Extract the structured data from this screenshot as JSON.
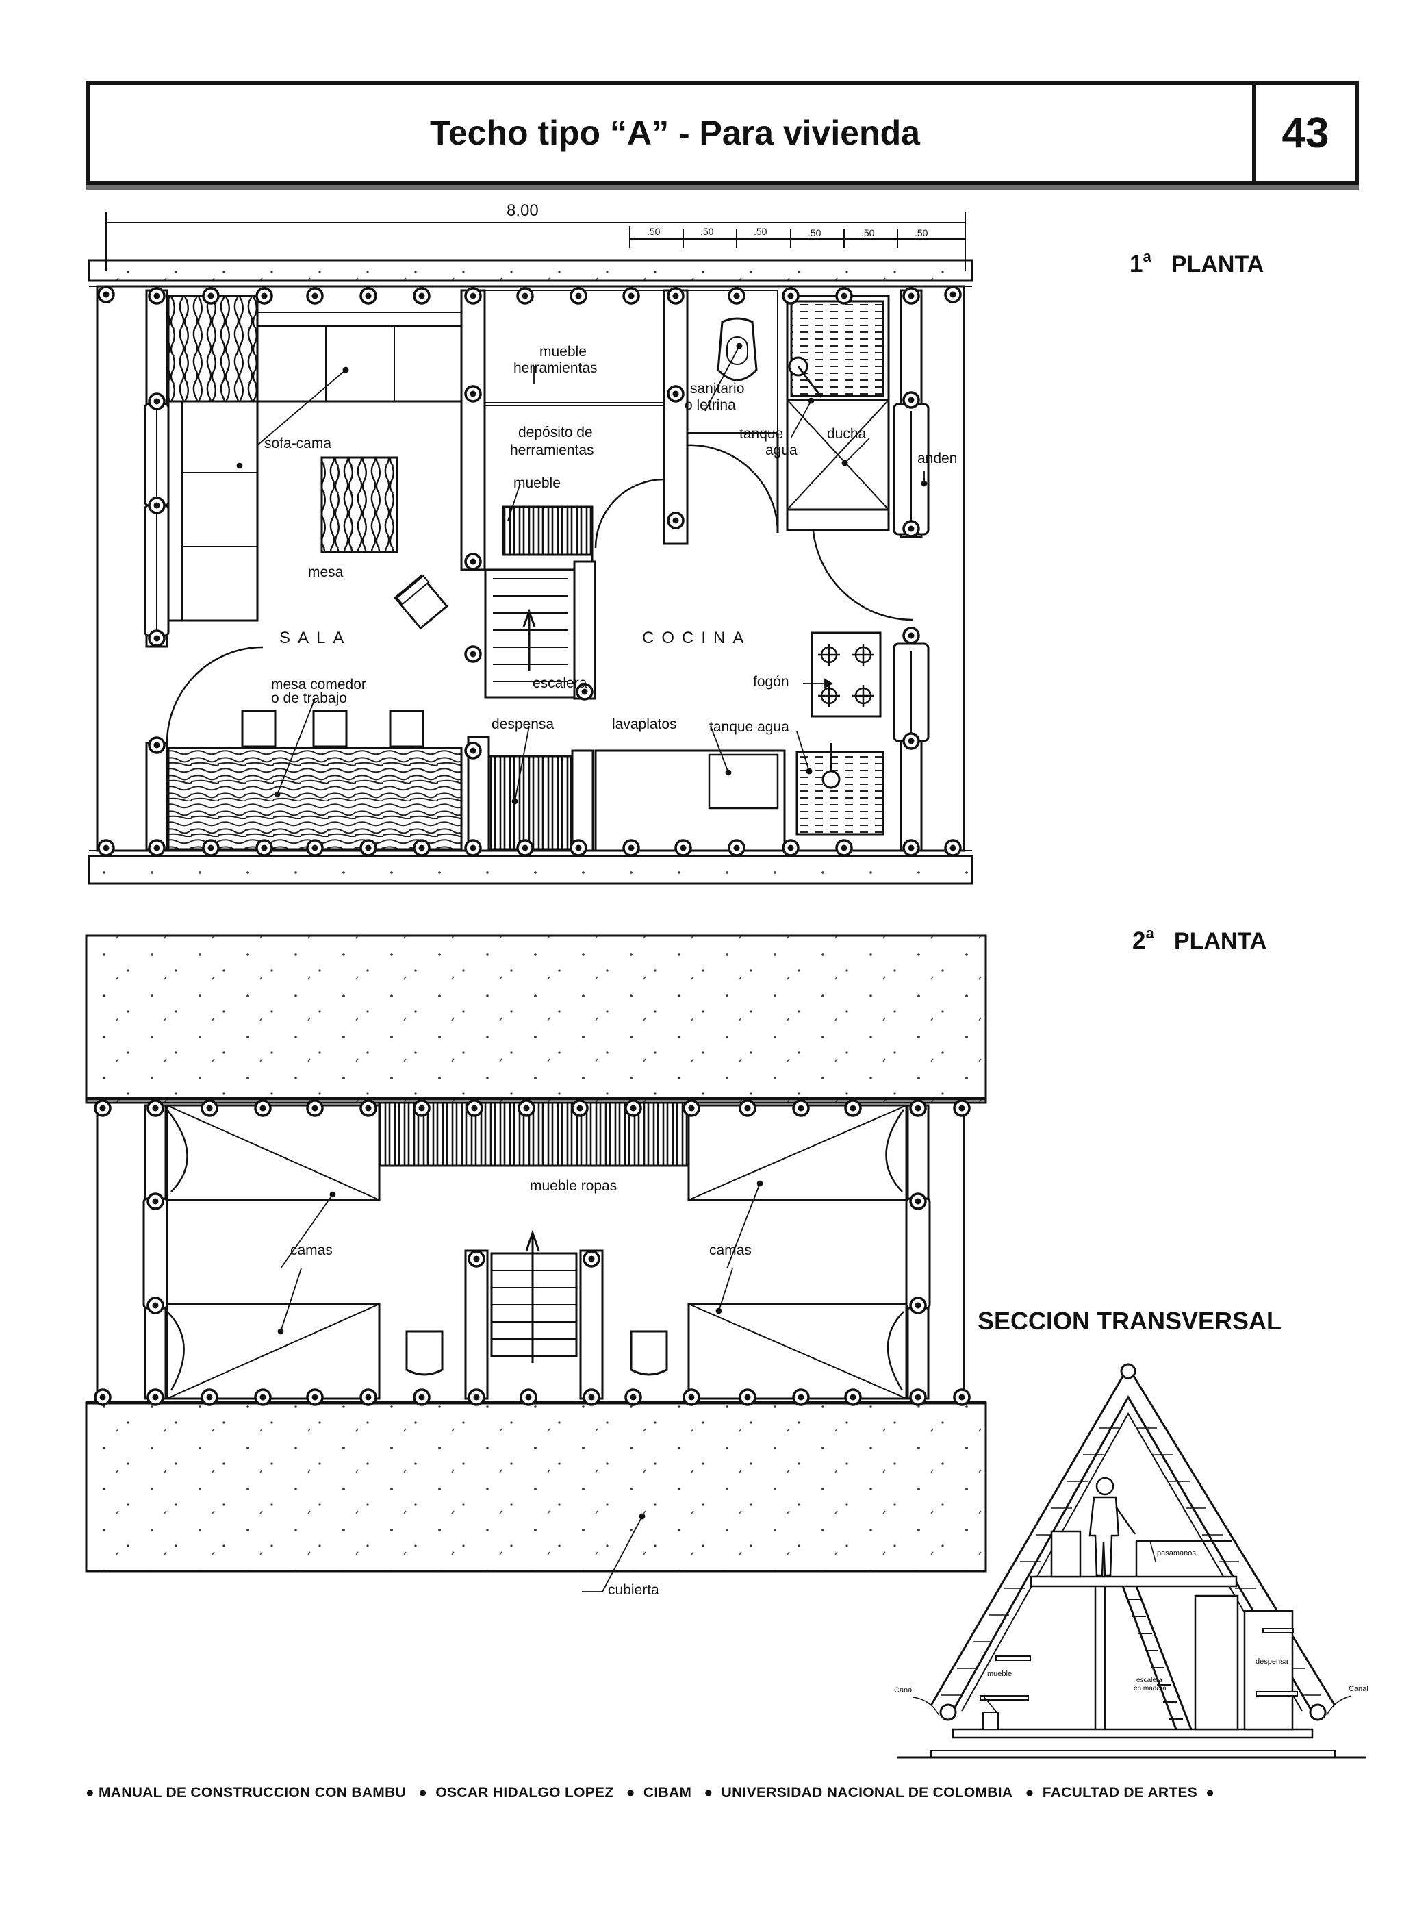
{
  "header": {
    "title": "Techo tipo “A” - Para vivienda",
    "page_number": "43"
  },
  "floor1": {
    "heading_ordinal": "1",
    "heading_sup": "a",
    "heading": "PLANTA",
    "dimension_total": "8.00",
    "dimension_segments": [
      ".50",
      ".50",
      ".50",
      ".50",
      ".50",
      ".50"
    ],
    "labels": {
      "sofa": "sofa-cama",
      "mesa": "mesa",
      "sala": "SALA",
      "cocina": "COCINA",
      "mueble_herr_1": "mueble",
      "mueble_herr_2": "herramientas",
      "deposito_1": "depósito de",
      "deposito_2": "herramientas",
      "mueble": "mueble",
      "sanitario_1": "sanitario",
      "sanitario_2": "o letrina",
      "tanque_1": "tanque",
      "tanque_2": "agua",
      "ducha": "ducha",
      "anden": "anden",
      "comedor_1": "mesa comedor",
      "comedor_2": "o de trabajo",
      "escalera": "escalera",
      "fogon": "fogón",
      "despensa": "despensa",
      "lavaplatos": "lavaplatos",
      "tanque_agua": "tanque agua"
    }
  },
  "floor2": {
    "heading_ordinal": "2",
    "heading_sup": "a",
    "heading": "PLANTA",
    "labels": {
      "mueble_ropas": "mueble ropas",
      "camas_left": "camas",
      "camas_right": "camas",
      "cubierta": "cubierta"
    }
  },
  "section": {
    "title": "SECCION TRANSVERSAL",
    "labels": {
      "pasamanos": "pasamanos",
      "despensa": "despensa",
      "mueble": "mueble",
      "escalera_1": "escalera",
      "escalera_2": "en madera",
      "canal_left": "Canal",
      "canal_right": "Canal"
    }
  },
  "footer": [
    "MANUAL DE CONSTRUCCION CON BAMBU",
    "OSCAR HIDALGO LOPEZ",
    "CIBAM",
    "UNIVERSIDAD NACIONAL DE COLOMBIA",
    "FACULTAD DE ARTES"
  ]
}
